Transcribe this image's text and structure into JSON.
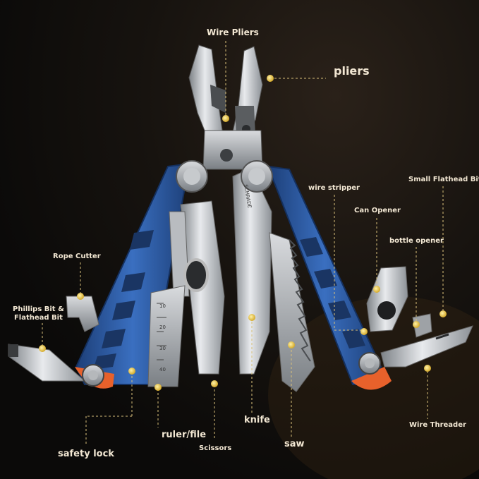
{
  "labels": {
    "wire_pliers": "Wire Pliers",
    "pliers": "pliers",
    "small_flathead_bit": "Small Flathead Bit",
    "wire_stripper": "wire stripper",
    "can_opener": "Can Opener",
    "bottle_opener": "bottle opener",
    "rope_cutter": "Rope Cutter",
    "phillips_bit_line1": "Phillips Bit &",
    "phillips_bit_line2": "Flathead Bit",
    "safety_lock": "safety lock",
    "ruler_file": "ruler/file",
    "scissors": "Scissors",
    "knife": "knife",
    "saw": "saw",
    "wire_threader": "Wire Threader"
  },
  "product_marks": {
    "knife_engraving": "SCHRADE",
    "ruler_marks": [
      "10",
      "20",
      "30",
      "40"
    ]
  },
  "colors": {
    "accent_dot": "#e6c04a",
    "handle_blue": "#2f5fa8",
    "steel": "#c9ccd0",
    "lock_orange": "#e8612b"
  }
}
